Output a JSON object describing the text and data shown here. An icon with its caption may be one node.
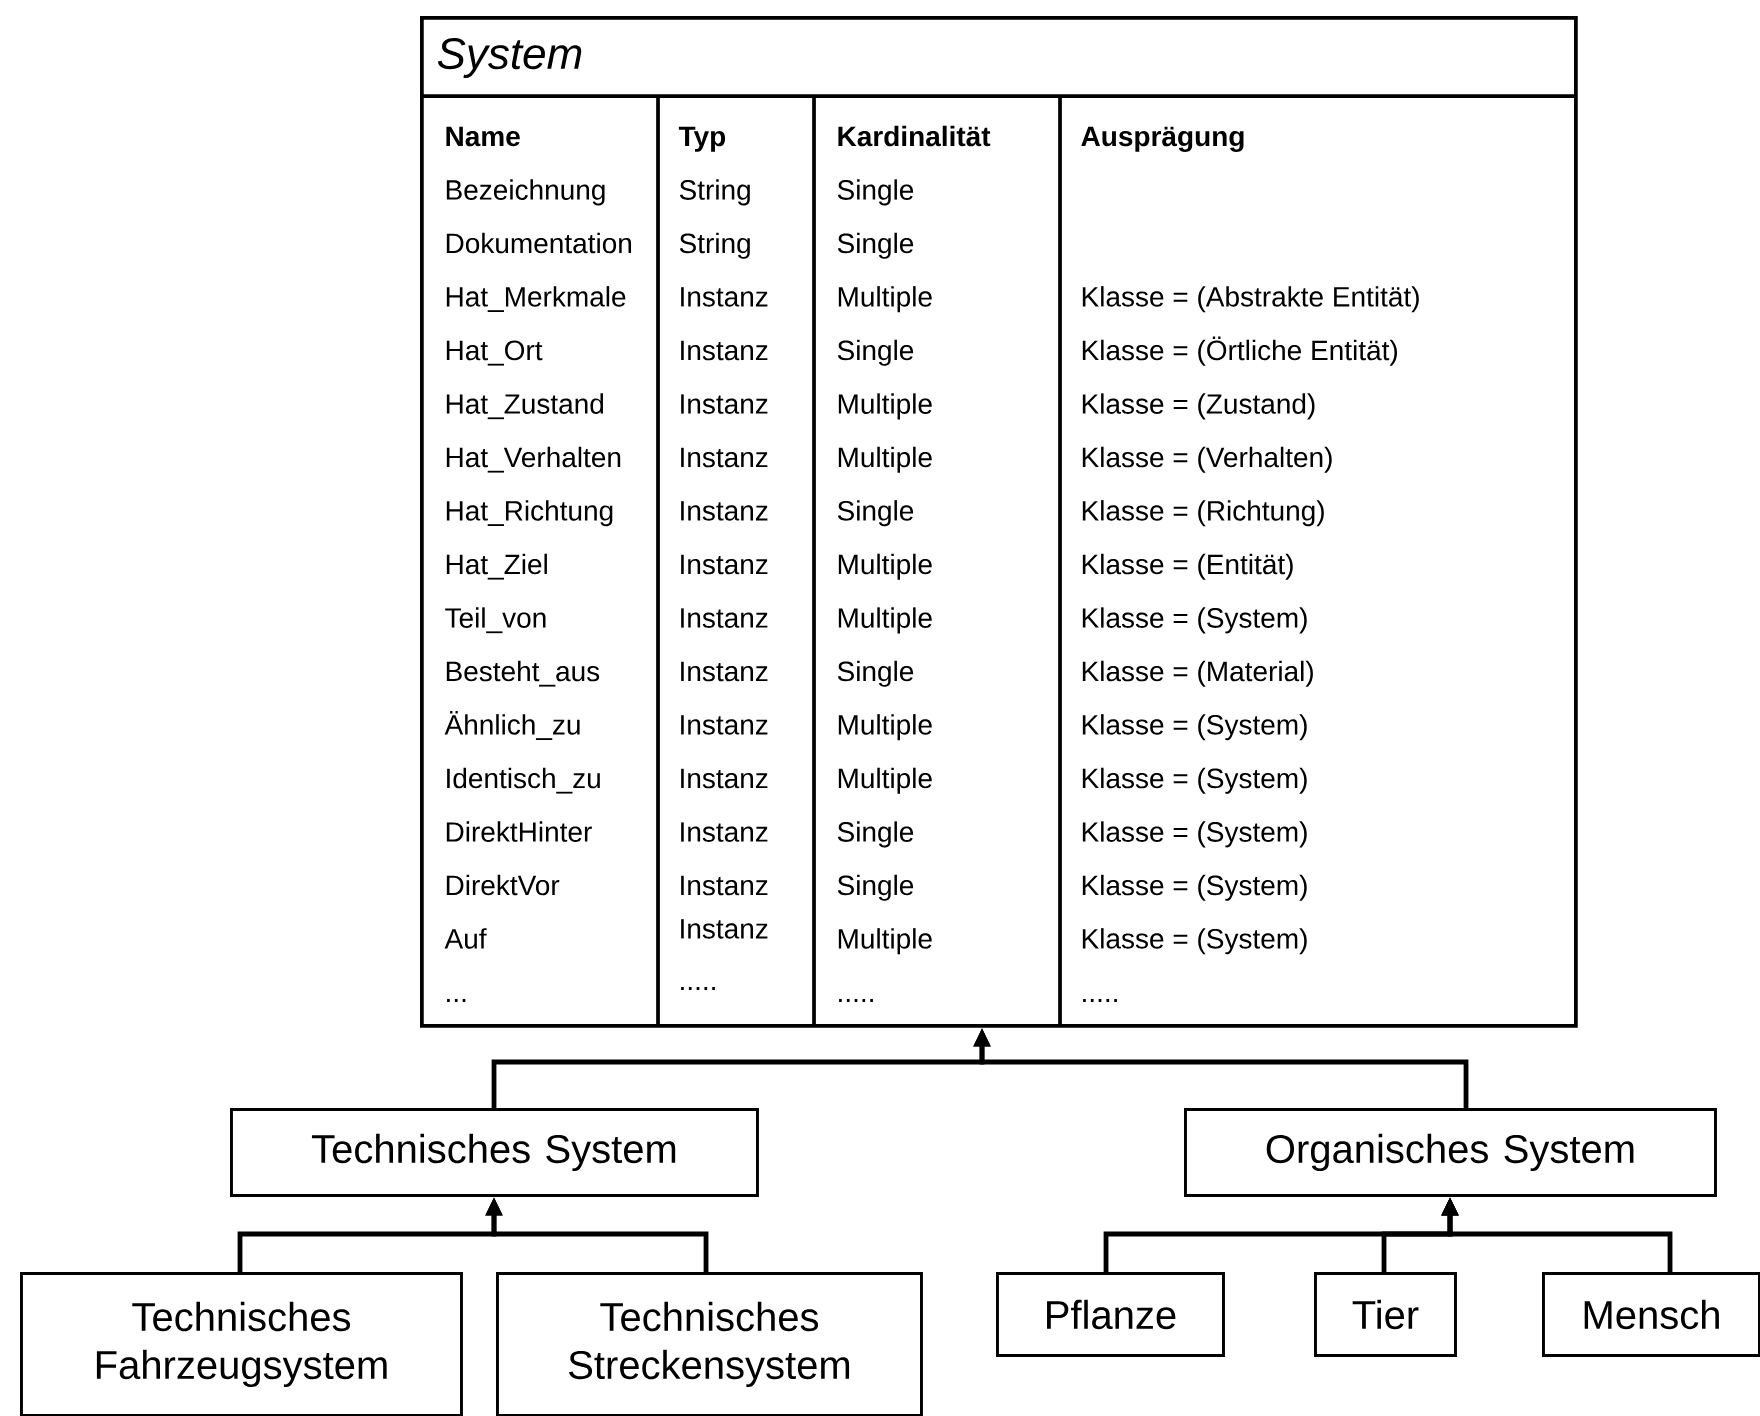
{
  "diagram": {
    "nodes": [
      {
        "text": [
          "System"
        ]
      },
      {
        "text": [
          "Technisches System"
        ]
      },
      {
        "text": [
          "Organisches System"
        ]
      },
      {
        "text": [
          "Technisches Fahrzeugsystem"
        ]
      },
      {
        "text": [
          "Technisches Streckensystem"
        ]
      },
      {
        "text": [
          "Pflanze"
        ]
      },
      {
        "text": [
          "Tier"
        ]
      },
      {
        "text": [
          "Mensch"
        ]
      }
    ],
    "edges": [
      {
        "from": 1,
        "to": 0,
        "arrow": "to"
      },
      {
        "from": 2,
        "to": 0,
        "arrow": "to"
      },
      {
        "from": 3,
        "to": 1,
        "arrow": "to"
      },
      {
        "from": 4,
        "to": 1,
        "arrow": "to"
      },
      {
        "from": 5,
        "to": 2,
        "arrow": "to"
      },
      {
        "from": 6,
        "to": 2,
        "arrow": "to"
      },
      {
        "from": 7,
        "to": 2,
        "arrow": "to"
      }
    ],
    "labels": [
      "Name",
      "Typ",
      "Kardinalität",
      "Ausprägung",
      "Bezeichnung",
      "String",
      "Single",
      "Dokumentation",
      "String",
      "Single",
      "Hat_Merkmale",
      "Instanz",
      "Multiple",
      "Klasse = (Abstrakte Entität)",
      "Hat_Ort",
      "Instanz",
      "Single",
      "Klasse = (Örtliche Entität)",
      "Hat_Zustand",
      "Instanz",
      "Multiple",
      "Klasse = (Zustand)",
      "Hat_Verhalten",
      "Instanz",
      "Multiple",
      "Klasse = (Verhalten)",
      "Hat_Richtung",
      "Instanz",
      "Single",
      "Klasse = (Richtung)",
      "Hat_Ziel",
      "Instanz",
      "Multiple",
      "Klasse = (Entität)",
      "Teil_von",
      "Instanz",
      "Multiple",
      "Klasse = (System)",
      "Besteht_aus",
      "Instanz",
      "Single",
      "Klasse = (Material)",
      "Ähnlich_zu",
      "Instanz",
      "Multiple",
      "Klasse = (System)",
      "Identisch_zu",
      "Instanz",
      "Multiple",
      "Klasse = (System)",
      "DirektHinter",
      "Instanz",
      "Single",
      "Klasse = (System)",
      "DirektVor",
      "Instanz",
      "Single",
      "Klasse = (System)",
      "Auf",
      "Instanz",
      "Multiple",
      "Klasse = (System)",
      "...",
      ".....",
      ".....",
      "....."
    ]
  }
}
